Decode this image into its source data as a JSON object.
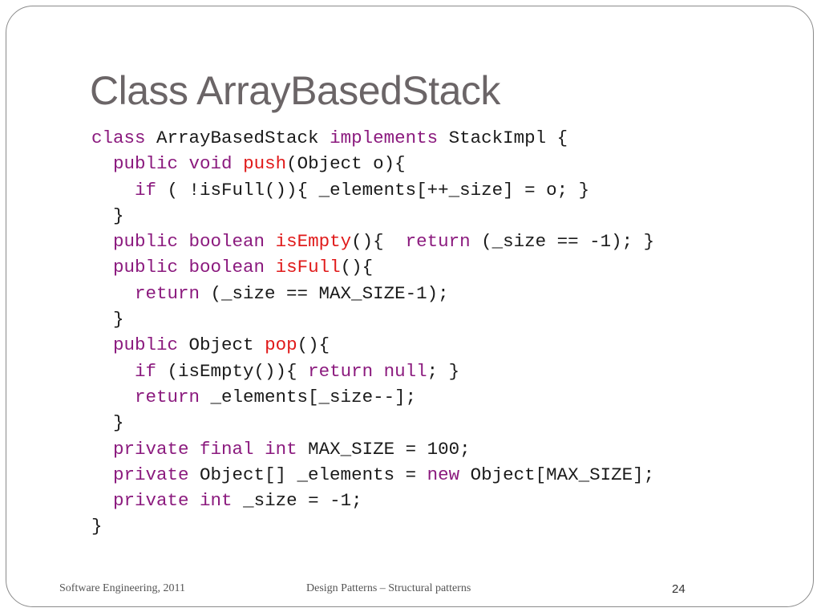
{
  "slide": {
    "title": "Class ArrayBasedStack",
    "code_lines": [
      [
        {
          "t": "class",
          "k": "kw"
        },
        {
          "t": " ArrayBasedStack "
        },
        {
          "t": "implements",
          "k": "kw"
        },
        {
          "t": " StackImpl {"
        }
      ],
      [
        {
          "t": "  "
        },
        {
          "t": "public",
          "k": "kw"
        },
        {
          "t": " "
        },
        {
          "t": "void",
          "k": "kw"
        },
        {
          "t": " "
        },
        {
          "t": "push",
          "k": "fn"
        },
        {
          "t": "(Object o){"
        }
      ],
      [
        {
          "t": "    "
        },
        {
          "t": "if",
          "k": "kw"
        },
        {
          "t": " ( !isFull()){ _elements[++_size] = o; }"
        }
      ],
      [
        {
          "t": "  }"
        }
      ],
      [
        {
          "t": "  "
        },
        {
          "t": "public",
          "k": "kw"
        },
        {
          "t": " "
        },
        {
          "t": "boolean",
          "k": "kw"
        },
        {
          "t": " "
        },
        {
          "t": "isEmpty",
          "k": "fn"
        },
        {
          "t": "(){  "
        },
        {
          "t": "return",
          "k": "kw"
        },
        {
          "t": " (_size == -1); }"
        }
      ],
      [
        {
          "t": "  "
        },
        {
          "t": "public",
          "k": "kw"
        },
        {
          "t": " "
        },
        {
          "t": "boolean",
          "k": "kw"
        },
        {
          "t": " "
        },
        {
          "t": "isFull",
          "k": "fn"
        },
        {
          "t": "(){"
        }
      ],
      [
        {
          "t": "    "
        },
        {
          "t": "return",
          "k": "kw"
        },
        {
          "t": " (_size == MAX_SIZE-1);"
        }
      ],
      [
        {
          "t": "  }"
        }
      ],
      [
        {
          "t": "  "
        },
        {
          "t": "public",
          "k": "kw"
        },
        {
          "t": " Object "
        },
        {
          "t": "pop",
          "k": "fn"
        },
        {
          "t": "(){"
        }
      ],
      [
        {
          "t": "    "
        },
        {
          "t": "if",
          "k": "kw"
        },
        {
          "t": " (isEmpty()){ "
        },
        {
          "t": "return",
          "k": "kw"
        },
        {
          "t": " "
        },
        {
          "t": "null",
          "k": "kw"
        },
        {
          "t": "; }"
        }
      ],
      [
        {
          "t": "    "
        },
        {
          "t": "return",
          "k": "kw"
        },
        {
          "t": " _elements[_size--];"
        }
      ],
      [
        {
          "t": "  }"
        }
      ],
      [
        {
          "t": "  "
        },
        {
          "t": "private",
          "k": "kw"
        },
        {
          "t": " "
        },
        {
          "t": "final",
          "k": "kw"
        },
        {
          "t": " "
        },
        {
          "t": "int",
          "k": "kw"
        },
        {
          "t": " MAX_SIZE = 100;"
        }
      ],
      [
        {
          "t": "  "
        },
        {
          "t": "private",
          "k": "kw"
        },
        {
          "t": " Object[] _elements = "
        },
        {
          "t": "new",
          "k": "kw"
        },
        {
          "t": " Object[MAX_SIZE];"
        }
      ],
      [
        {
          "t": "  "
        },
        {
          "t": "private",
          "k": "kw"
        },
        {
          "t": " "
        },
        {
          "t": "int",
          "k": "kw"
        },
        {
          "t": " _size = -1;"
        }
      ],
      [
        {
          "t": "}"
        }
      ]
    ]
  },
  "footer": {
    "left": "Software Engineering, 2011",
    "center": "Design Patterns – Structural patterns",
    "page": "24"
  },
  "colors": {
    "keyword": "#8b1a7e",
    "method_name": "#e01a1a",
    "title": "#6b6567"
  }
}
